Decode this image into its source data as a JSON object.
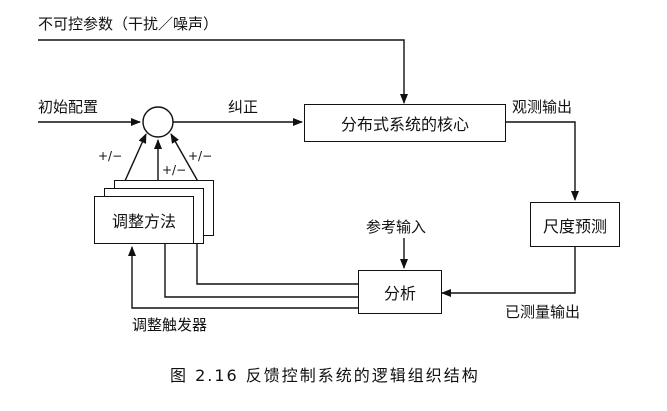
{
  "disturbance_label": "不可控参数（干扰／噪声）",
  "initial_config_label": "初始配置",
  "correction_label": "纠正",
  "core_box": "分布式系统的核心",
  "observed_output_label": "观测输出",
  "scale_predict_box": "尺度预测",
  "measured_output_label": "已测量输出",
  "analysis_box": "分析",
  "reference_input_label": "参考输入",
  "adjust_method_box": "调整方法",
  "adjust_trigger_label": "调整触发器",
  "sign_labels": [
    "+/−",
    "+/−",
    "+/−"
  ],
  "caption": "图 2.16   反馈控制系统的逻辑组织结构"
}
